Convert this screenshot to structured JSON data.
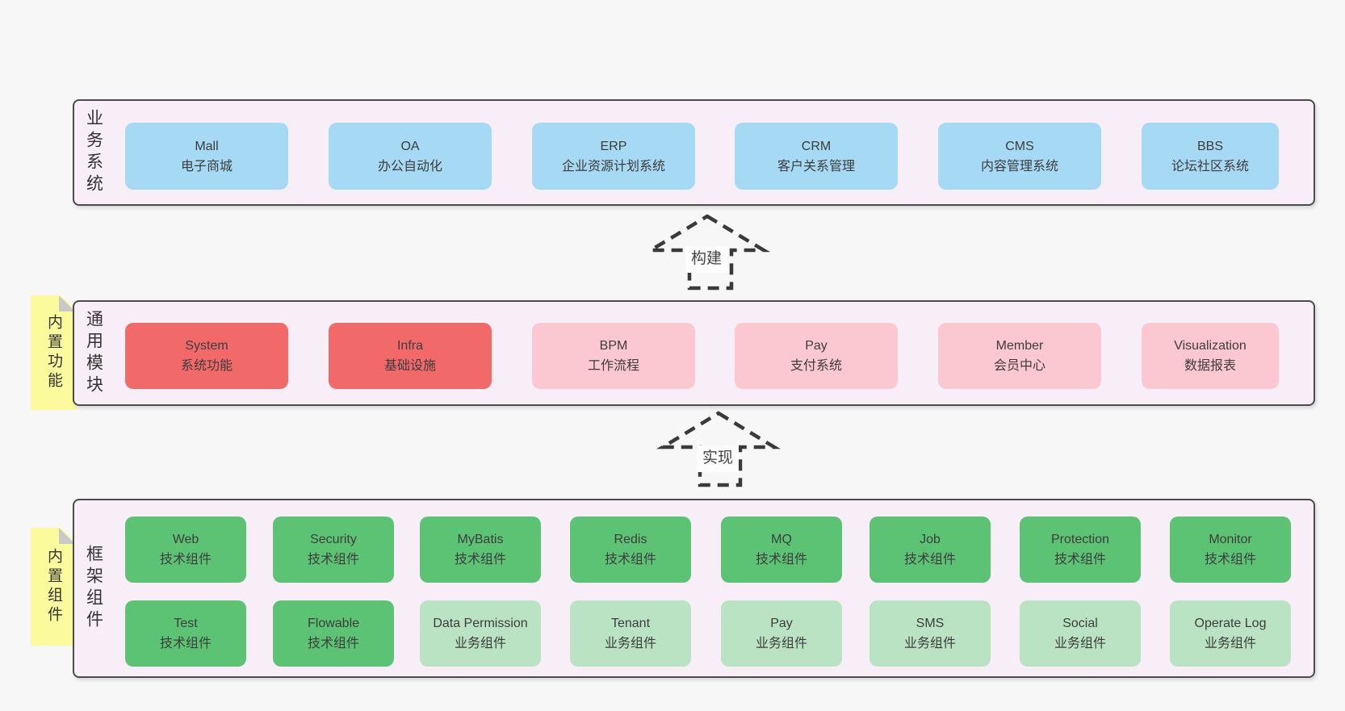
{
  "palette": {
    "page_bg": "#f7f7f7",
    "band_bg": "#f8eef7",
    "band_border": "#4c4c4c",
    "blue": "#a6d9f3",
    "red": "#f2696a",
    "pink": "#fbc7d0",
    "green": "#5dc374",
    "light_green": "#b9e3c3",
    "sticky_yellow": "#fbfb9e",
    "sticky_fold_gray": "#c9c9c9",
    "arrow_dash": "#3a3a3a",
    "text": "#3d3d3d"
  },
  "arrows": [
    {
      "label": "构建"
    },
    {
      "label": "实现"
    }
  ],
  "bands": [
    {
      "side_label": "业务系统",
      "rows": [
        [
          {
            "name": "Mall",
            "desc": "电子商城",
            "variant": "blue"
          },
          {
            "name": "OA",
            "desc": "办公自动化",
            "variant": "blue"
          },
          {
            "name": "ERP",
            "desc": "企业资源计划系统",
            "variant": "blue"
          },
          {
            "name": "CRM",
            "desc": "客户关系管理",
            "variant": "blue"
          },
          {
            "name": "CMS",
            "desc": "内容管理系统",
            "variant": "blue"
          },
          {
            "name": "BBS",
            "desc": "论坛社区系统",
            "variant": "blue"
          }
        ]
      ]
    },
    {
      "side_label": "通用模块",
      "sticky_label": "内置功能",
      "rows": [
        [
          {
            "name": "System",
            "desc": "系统功能",
            "variant": "red"
          },
          {
            "name": "Infra",
            "desc": "基础设施",
            "variant": "red"
          },
          {
            "name": "BPM",
            "desc": "工作流程",
            "variant": "pink"
          },
          {
            "name": "Pay",
            "desc": "支付系统",
            "variant": "pink"
          },
          {
            "name": "Member",
            "desc": "会员中心",
            "variant": "pink"
          },
          {
            "name": "Visualization",
            "desc": "数据报表",
            "variant": "pink"
          }
        ]
      ]
    },
    {
      "side_label": "框架组件",
      "sticky_label": "内置组件",
      "rows": [
        [
          {
            "name": "Web",
            "desc": "技术组件",
            "variant": "green"
          },
          {
            "name": "Security",
            "desc": "技术组件",
            "variant": "green"
          },
          {
            "name": "MyBatis",
            "desc": "技术组件",
            "variant": "green"
          },
          {
            "name": "Redis",
            "desc": "技术组件",
            "variant": "green"
          },
          {
            "name": "MQ",
            "desc": "技术组件",
            "variant": "green"
          },
          {
            "name": "Job",
            "desc": "技术组件",
            "variant": "green"
          },
          {
            "name": "Protection",
            "desc": "技术组件",
            "variant": "green"
          },
          {
            "name": "Monitor",
            "desc": "技术组件",
            "variant": "green"
          }
        ],
        [
          {
            "name": "Test",
            "desc": "技术组件",
            "variant": "green"
          },
          {
            "name": "Flowable",
            "desc": "技术组件",
            "variant": "green"
          },
          {
            "name": "Data Permission",
            "desc": "业务组件",
            "variant": "light-green"
          },
          {
            "name": "Tenant",
            "desc": "业务组件",
            "variant": "light-green"
          },
          {
            "name": "Pay",
            "desc": "业务组件",
            "variant": "light-green"
          },
          {
            "name": "SMS",
            "desc": "业务组件",
            "variant": "light-green"
          },
          {
            "name": "Social",
            "desc": "业务组件",
            "variant": "light-green"
          },
          {
            "name": "Operate Log",
            "desc": "业务组件",
            "variant": "light-green"
          }
        ]
      ]
    }
  ]
}
